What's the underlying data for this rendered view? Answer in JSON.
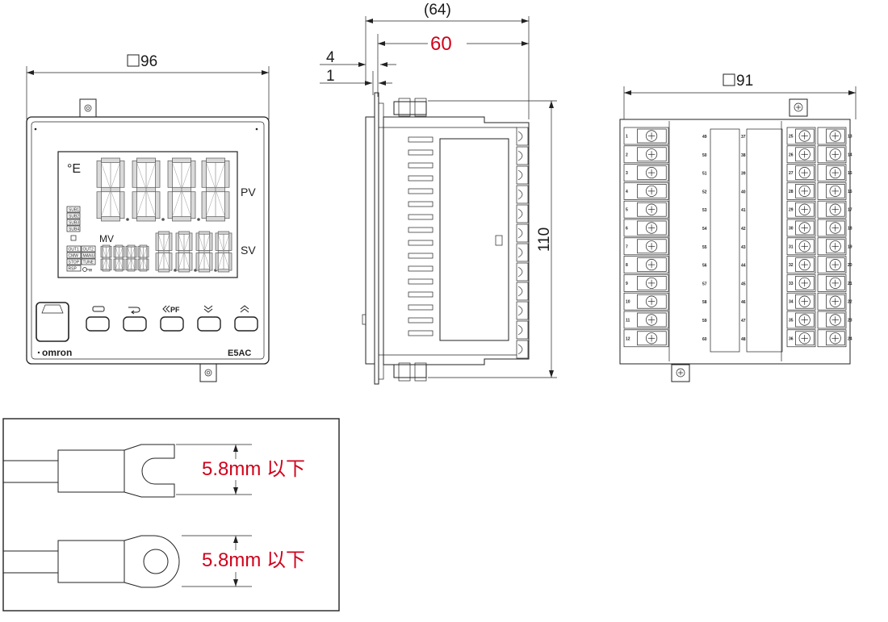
{
  "dimensions": {
    "front_width": "96",
    "depth_total": "(64)",
    "depth_body": "60",
    "panel_offset": "4",
    "panel_thickness": "1",
    "height": "110",
    "rear_width": "91"
  },
  "front_panel": {
    "brand": "omron",
    "model": "E5AC",
    "pv_label": "PV",
    "sv_label": "SV",
    "mv_label": "MV",
    "sub_indicators": [
      "SUB1",
      "SUB2",
      "SUB3",
      "SUB4"
    ],
    "status_indicators": [
      "OUT1",
      "OUT2",
      "CMW",
      "MANU",
      "STOP",
      "TUNE",
      "RSP"
    ],
    "key_icon": "key-icon",
    "buttons": [
      {
        "name": "level",
        "icon": "rectangle-icon"
      },
      {
        "name": "mode",
        "icon": "loop-arrow-icon"
      },
      {
        "name": "pf",
        "icon": "double-chevron-left-icon",
        "label": "PF"
      },
      {
        "name": "down",
        "icon": "chevron-down-icon"
      },
      {
        "name": "up",
        "icon": "chevron-up-icon"
      }
    ]
  },
  "terminals": {
    "left_column": [
      "1",
      "2",
      "3",
      "4",
      "5",
      "6",
      "7",
      "8",
      "9",
      "10",
      "11",
      "12"
    ],
    "middle_left": [
      "49",
      "50",
      "51",
      "52",
      "53",
      "54",
      "55",
      "56",
      "57",
      "58",
      "59",
      "60"
    ],
    "middle_right": [
      "37",
      "38",
      "39",
      "40",
      "41",
      "42",
      "43",
      "44",
      "45",
      "46",
      "47",
      "48"
    ],
    "right_a": [
      "25",
      "26",
      "27",
      "28",
      "29",
      "30",
      "31",
      "32",
      "33",
      "34",
      "35",
      "36"
    ],
    "right_b": [
      "13",
      "14",
      "15",
      "16",
      "17",
      "18",
      "19",
      "20",
      "21",
      "22",
      "23",
      "24"
    ]
  },
  "crimp_terminals": {
    "fork_label": "5.8mm 以下",
    "ring_label": "5.8mm 以下"
  },
  "colors": {
    "highlight": "#d0021b",
    "line": "#222222"
  }
}
